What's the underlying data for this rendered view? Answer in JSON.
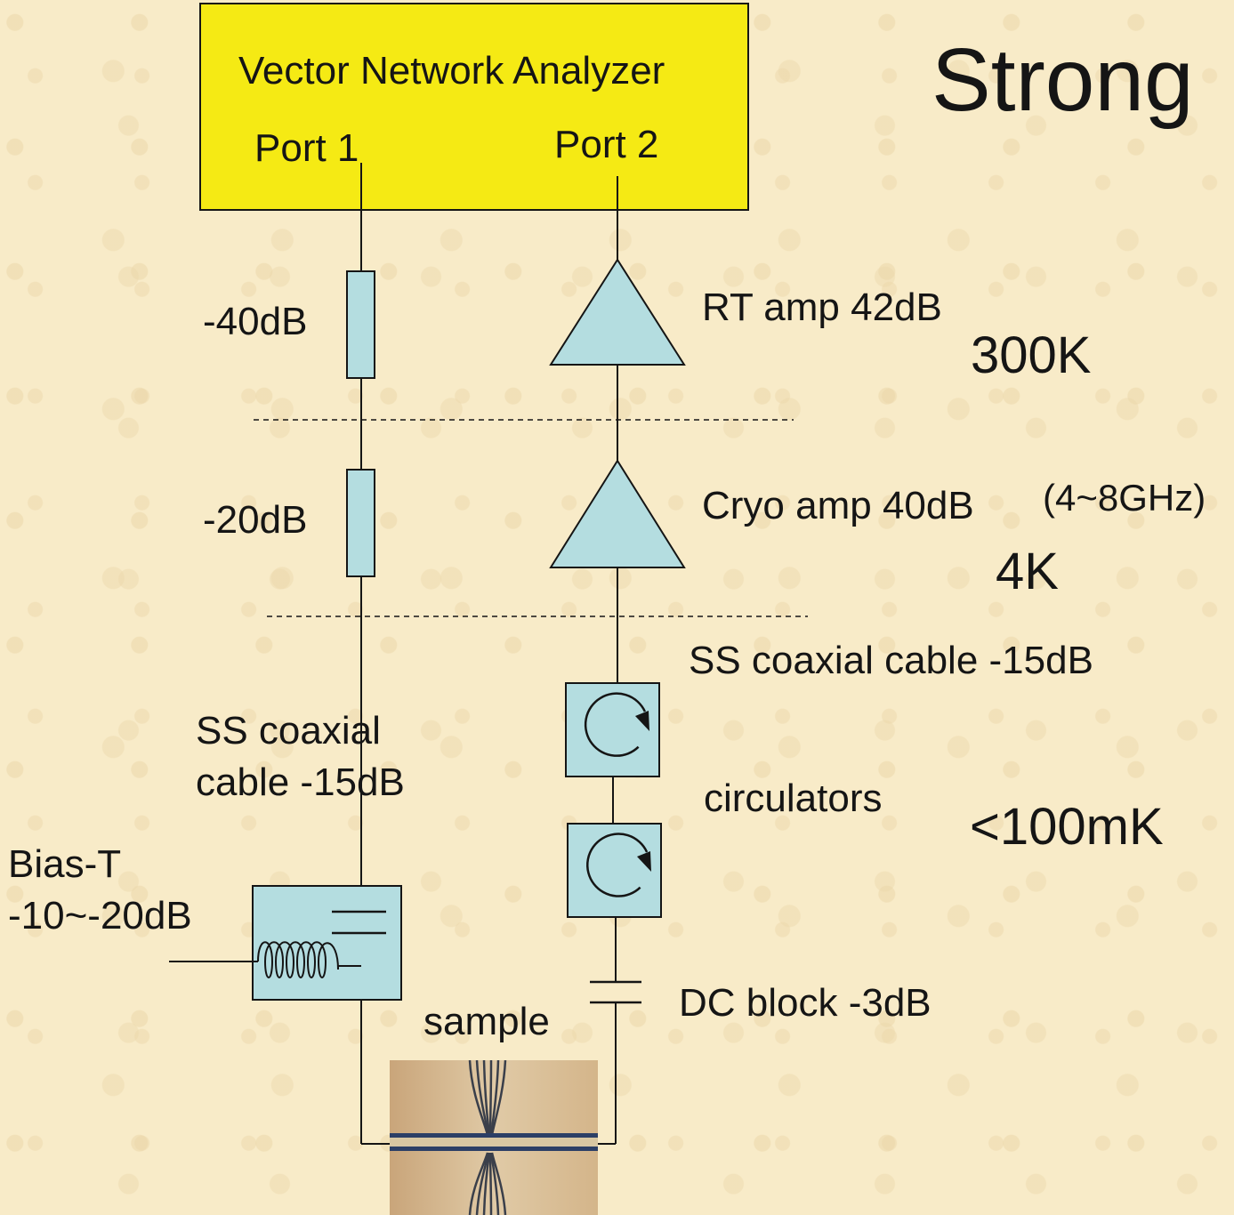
{
  "title": "Strong",
  "vna": {
    "label": "Vector Network Analyzer",
    "port1": "Port 1",
    "port2": "Port 2"
  },
  "input_line": {
    "attenuator_rt": "-40dB",
    "attenuator_4k": "-20dB",
    "coax_label_line1": "SS coaxial",
    "coax_label_line2": "cable -15dB",
    "bias_t_line1": "Bias-T",
    "bias_t_line2": "-10~-20dB"
  },
  "output_line": {
    "rt_amp": "RT amp 42dB",
    "cryo_amp": "Cryo amp 40dB",
    "cryo_amp_band": "(4~8GHz)",
    "coax": "SS coaxial cable -15dB",
    "circulators": "circulators",
    "dc_block": "DC block -3dB"
  },
  "sample": {
    "label": "sample"
  },
  "temperatures": {
    "rt": "300K",
    "stage_4k": "4K",
    "mixing": "<100mK"
  },
  "colors": {
    "vna_fill": "#f5ea14",
    "component_fill": "#b4dde0",
    "background": "#f8ebc8",
    "line": "#151515"
  }
}
